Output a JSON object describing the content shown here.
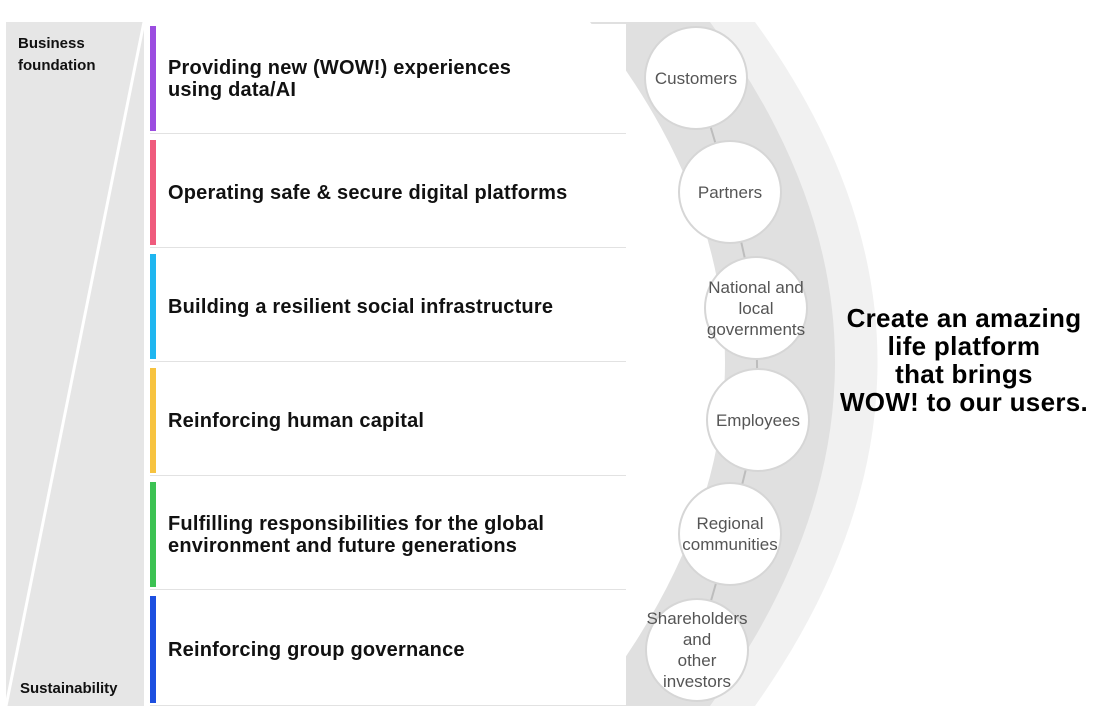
{
  "axis": {
    "top_label": "Business\nfoundation",
    "bottom_label": "Sustainability"
  },
  "materialities": [
    {
      "label": "Providing new (WOW!) experiences\nusing data/AI",
      "color": "#9b4de0"
    },
    {
      "label": "Operating safe & secure digital platforms",
      "color": "#ef5b7d"
    },
    {
      "label": "Building a resilient social infrastructure",
      "color": "#1fb6f0"
    },
    {
      "label": "Reinforcing human capital",
      "color": "#f7c340"
    },
    {
      "label": "Fulfilling responsibilities for the global\nenvironment and future generations",
      "color": "#3cc253"
    },
    {
      "label": "Reinforcing group governance",
      "color": "#1d4fe0"
    }
  ],
  "stakeholders": [
    {
      "label": "Customers"
    },
    {
      "label": "Partners"
    },
    {
      "label": "National and\nlocal\ngovernments"
    },
    {
      "label": "Employees"
    },
    {
      "label": "Regional\ncommunities"
    },
    {
      "label": "Shareholders\nand\nother investors"
    }
  ],
  "tagline": "Create an amazing\nlife platform\nthat brings\nWOW! to our users.",
  "colors": {
    "wedge": "#e6e6e6",
    "arc_band": "#dedede",
    "arc_outer": "#efefef",
    "row_divider": "#e2e2e2"
  }
}
